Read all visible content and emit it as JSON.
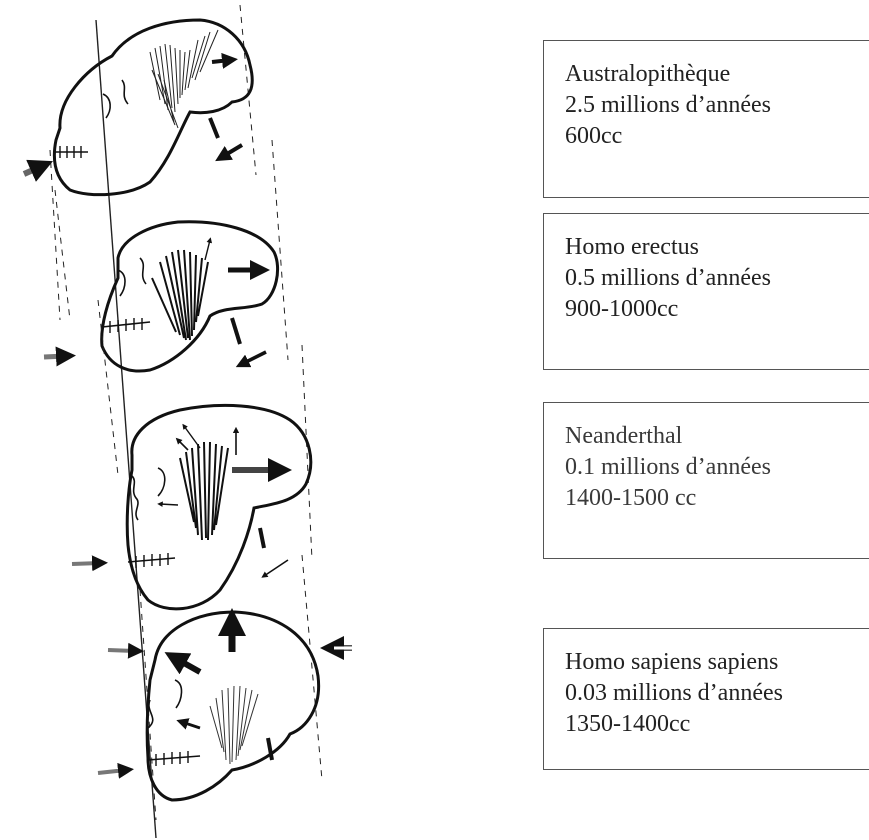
{
  "stages": [
    {
      "name": "Australopithèque",
      "age": "2.5 millions d’années",
      "volume": "600cc"
    },
    {
      "name": "Homo erectus",
      "age": "0.5 millions d’années",
      "volume": "900-1000cc"
    },
    {
      "name": "Neanderthal",
      "age": "0.1 millions d’années",
      "volume": "1400-1500 cc"
    },
    {
      "name": "Homo sapiens sapiens",
      "age": "0.03 millions d’années",
      "volume": "1350-1400cc"
    }
  ]
}
